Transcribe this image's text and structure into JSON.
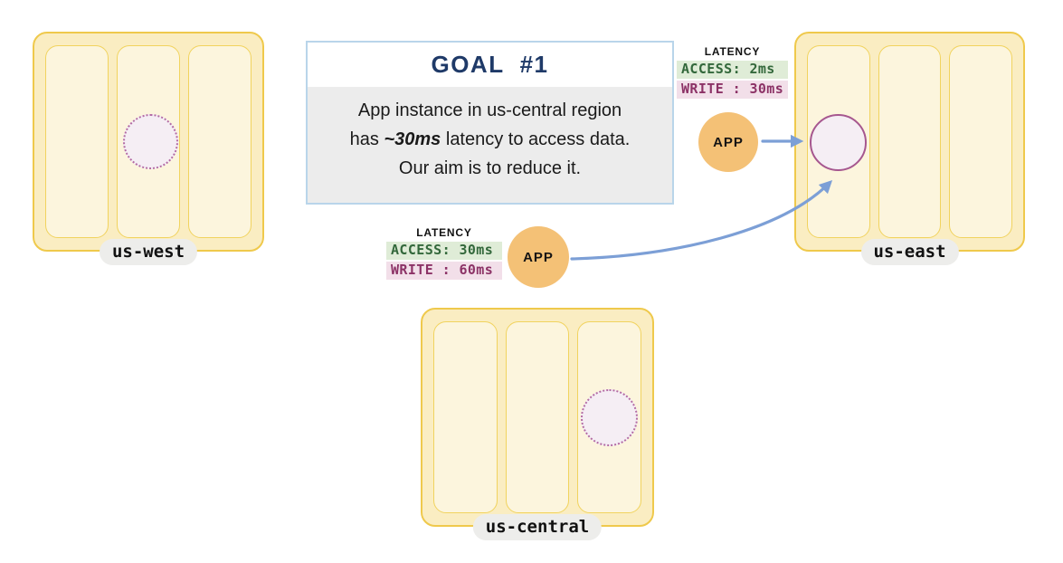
{
  "goal": {
    "title": "GOAL  #1",
    "line1": "App instance in us-central region",
    "line2_prefix": "has ",
    "line2_emphasis": "~30ms",
    "line2_suffix": " latency to access data.",
    "line3": "Our aim is to reduce it."
  },
  "regions": {
    "us_west": {
      "label": "us-west"
    },
    "us_east": {
      "label": "us-east"
    },
    "us_central": {
      "label": "us-central"
    }
  },
  "latency_us_east": {
    "heading": "LATENCY",
    "access": "ACCESS: 2ms",
    "write": "WRITE : 30ms"
  },
  "latency_us_central": {
    "heading": "LATENCY",
    "access": "ACCESS: 30ms",
    "write": "WRITE : 60ms"
  },
  "app_east": {
    "label": "APP"
  },
  "app_central": {
    "label": "APP"
  },
  "colors": {
    "region_fill": "#FAEDC2",
    "region_border": "#EFC94C",
    "zone_fill": "#FCF5DD",
    "zone_border": "#F1D35E",
    "data_circle_fill": "#F5EEF4",
    "data_circle_border": "#A6578F",
    "app_circle_fill": "#F4C176",
    "arrow_blue": "#7C9FD6",
    "goal_border": "#B9D5EA",
    "goal_title": "#1F3A68",
    "goal_body_bg": "#ECECEC",
    "access_bg": "#DFECD7",
    "access_text": "#33683B",
    "write_bg": "#F2DFE9",
    "write_text": "#8C3266",
    "label_pill_bg": "#EDEDEB"
  }
}
